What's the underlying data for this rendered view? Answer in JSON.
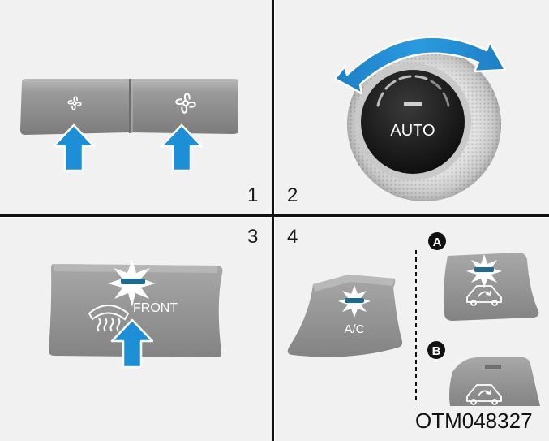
{
  "panels": {
    "p1": {
      "number": "1"
    },
    "p2": {
      "number": "2",
      "knob_label": "AUTO"
    },
    "p3": {
      "number": "3",
      "button_label": "FRONT"
    },
    "p4": {
      "number": "4",
      "ac_label": "A/C",
      "callout_a": "A",
      "callout_b": "B"
    }
  },
  "figure_code": "OTM048327",
  "colors": {
    "panel_bg": "#f1f1f1",
    "divider": "#111111",
    "button_gray": "#8e8e8e",
    "arrow_blue": "#1c8fd6",
    "indicator_blue": "#1b6b93"
  }
}
